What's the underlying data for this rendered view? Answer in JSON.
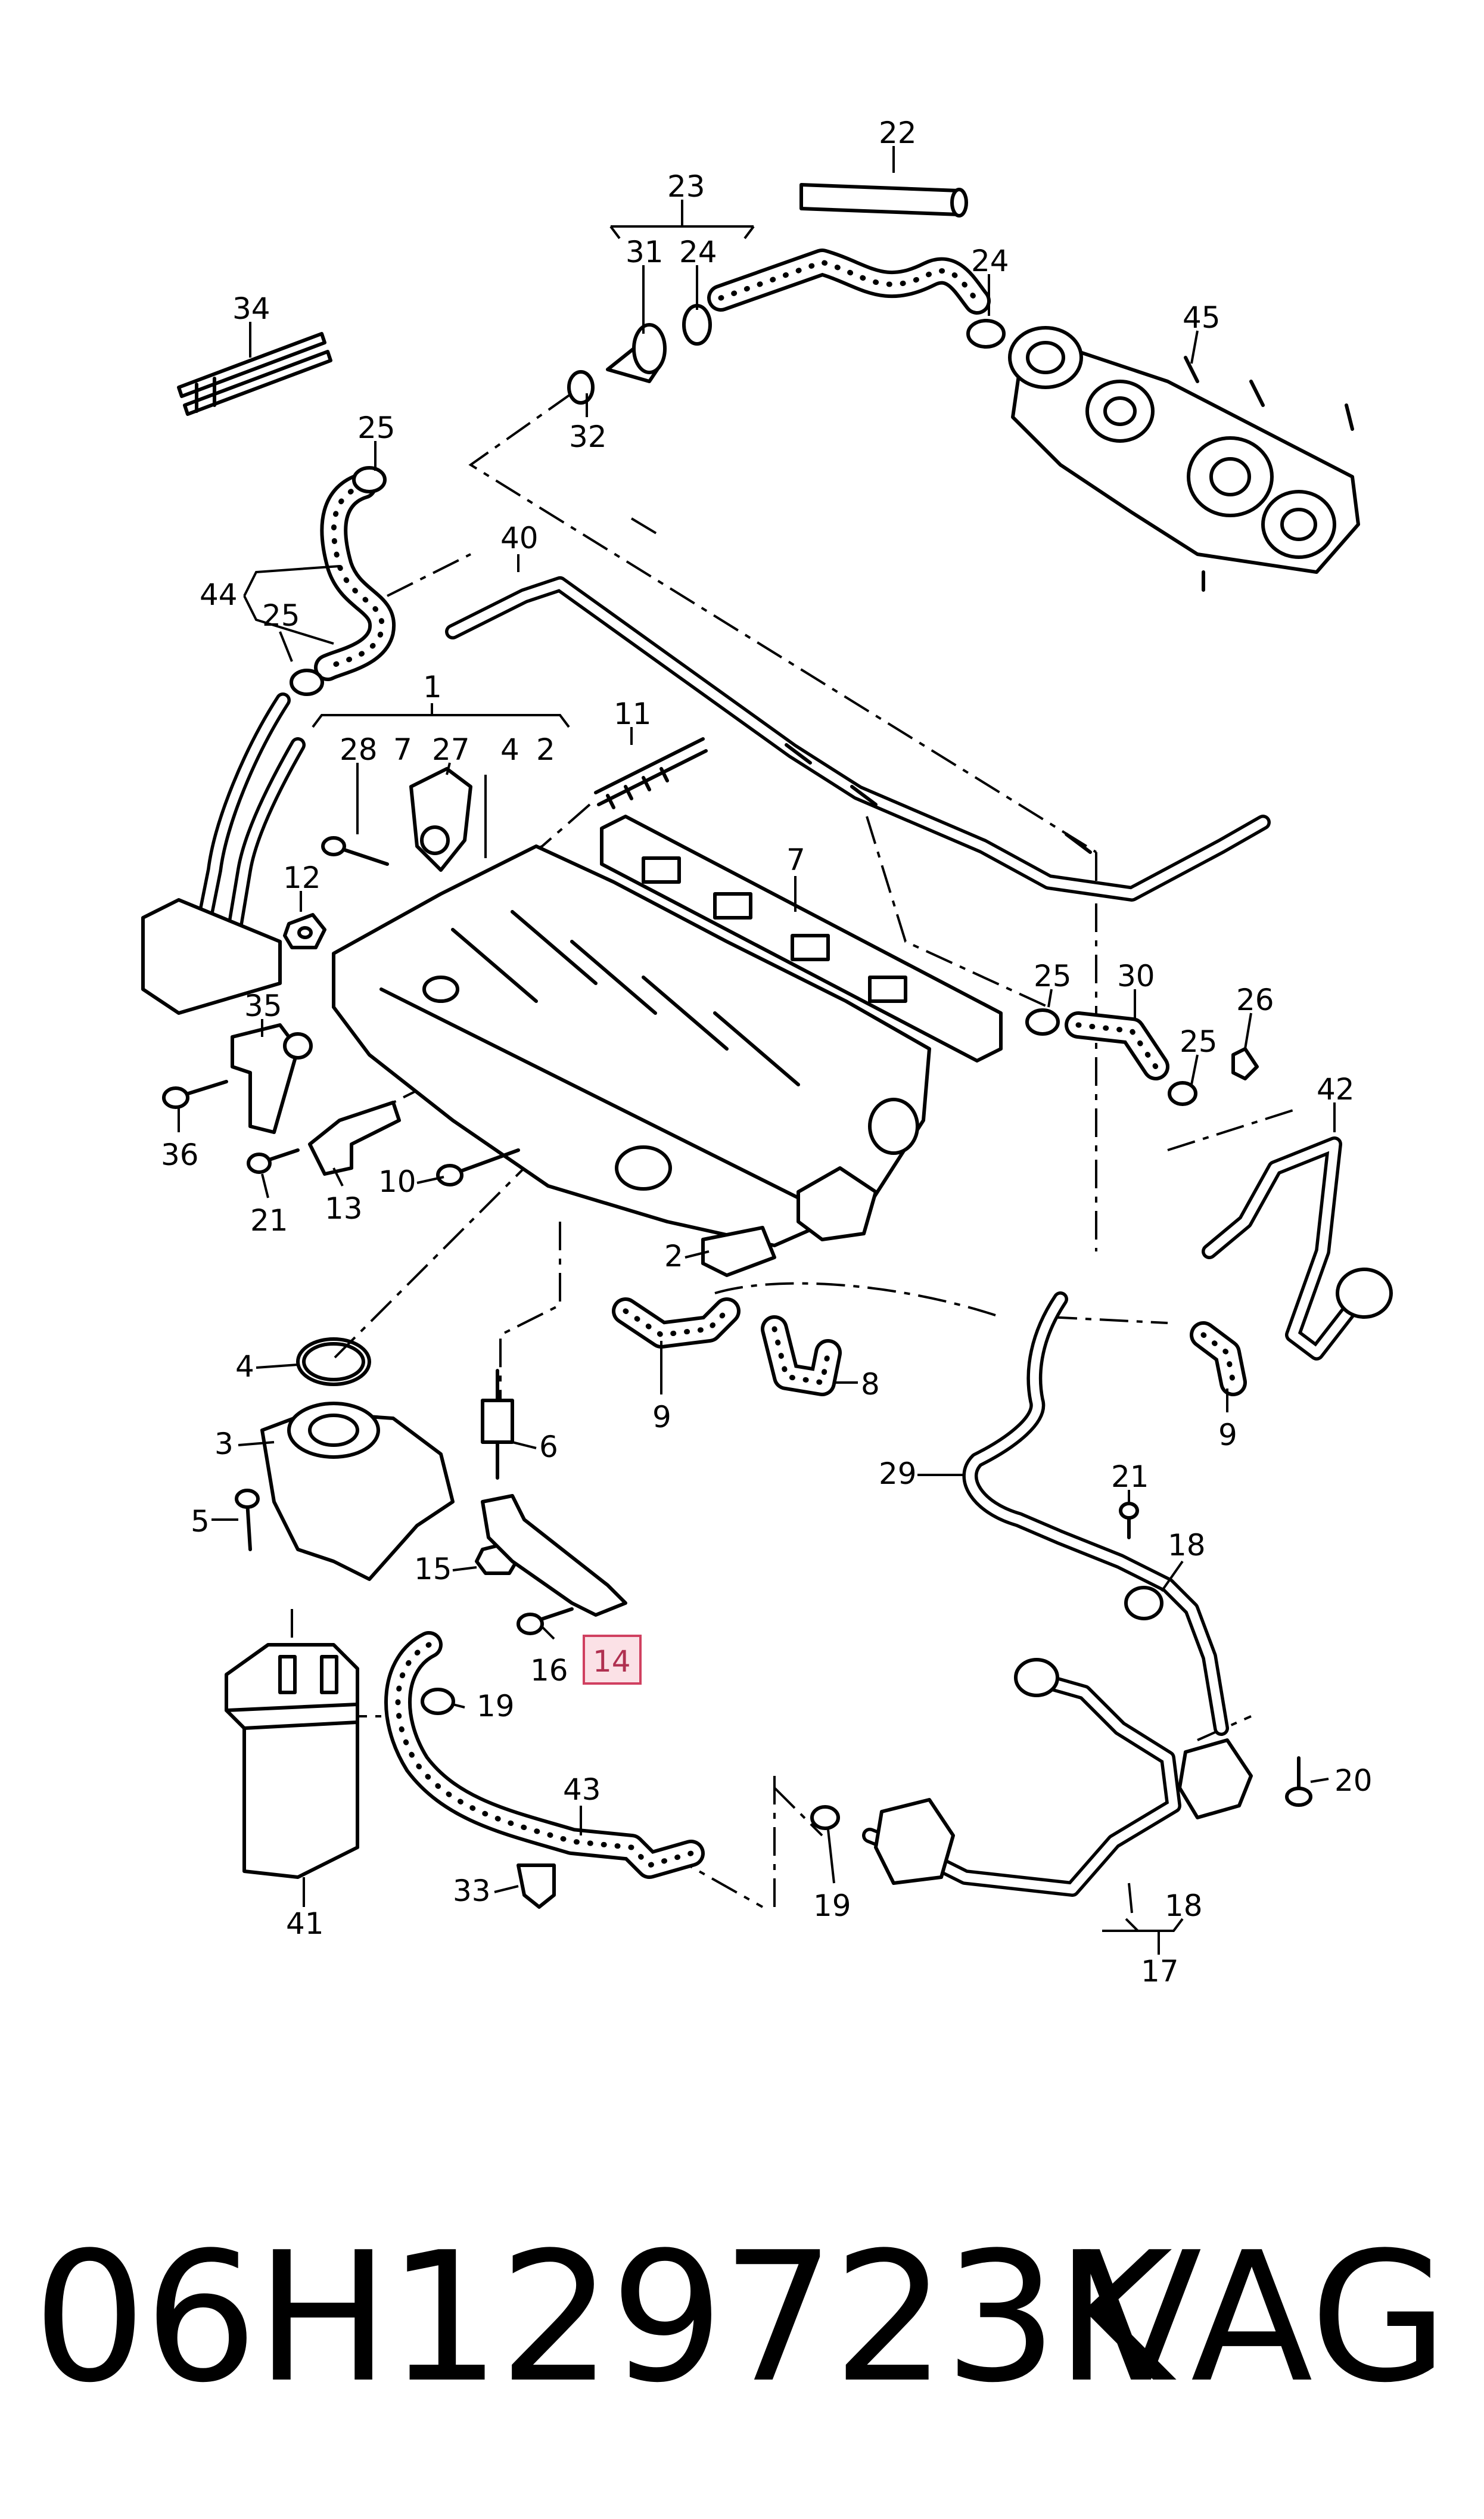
{
  "part_number": "06H129723K",
  "brand": "VAG",
  "highlight_color": "#d04060",
  "callouts": [
    {
      "id": "c22",
      "text": "22"
    },
    {
      "id": "c23",
      "text": "23"
    },
    {
      "id": "c31",
      "text": "31"
    },
    {
      "id": "c24a",
      "text": "24"
    },
    {
      "id": "c24b",
      "text": "24"
    },
    {
      "id": "c45",
      "text": "45"
    },
    {
      "id": "c34",
      "text": "34"
    },
    {
      "id": "c32",
      "text": "32"
    },
    {
      "id": "c25a",
      "text": "25"
    },
    {
      "id": "c40",
      "text": "40"
    },
    {
      "id": "c44",
      "text": "44"
    },
    {
      "id": "c25b",
      "text": "25"
    },
    {
      "id": "c1",
      "text": "1"
    },
    {
      "id": "c11",
      "text": "11"
    },
    {
      "id": "c28",
      "text": "28"
    },
    {
      "id": "c7a",
      "text": "7"
    },
    {
      "id": "c27",
      "text": "27"
    },
    {
      "id": "c4a",
      "text": "4"
    },
    {
      "id": "c2a",
      "text": "2"
    },
    {
      "id": "c7b",
      "text": "7"
    },
    {
      "id": "c12",
      "text": "12"
    },
    {
      "id": "c25c",
      "text": "25"
    },
    {
      "id": "c30",
      "text": "30"
    },
    {
      "id": "c26",
      "text": "26"
    },
    {
      "id": "c25d",
      "text": "25"
    },
    {
      "id": "c35",
      "text": "35"
    },
    {
      "id": "c42",
      "text": "42"
    },
    {
      "id": "c36",
      "text": "36"
    },
    {
      "id": "c21a",
      "text": "21"
    },
    {
      "id": "c13",
      "text": "13"
    },
    {
      "id": "c10",
      "text": "10"
    },
    {
      "id": "c2b",
      "text": "2"
    },
    {
      "id": "c8",
      "text": "8"
    },
    {
      "id": "c9a",
      "text": "9"
    },
    {
      "id": "c9b",
      "text": "9"
    },
    {
      "id": "c4b",
      "text": "4"
    },
    {
      "id": "c3",
      "text": "3"
    },
    {
      "id": "c6",
      "text": "6"
    },
    {
      "id": "c29",
      "text": "29"
    },
    {
      "id": "c5",
      "text": "5"
    },
    {
      "id": "c21b",
      "text": "21"
    },
    {
      "id": "c18a",
      "text": "18"
    },
    {
      "id": "c15",
      "text": "15"
    },
    {
      "id": "c14",
      "text": "14"
    },
    {
      "id": "c16",
      "text": "16"
    },
    {
      "id": "c19a",
      "text": "19"
    },
    {
      "id": "c20",
      "text": "20"
    },
    {
      "id": "c43",
      "text": "43"
    },
    {
      "id": "c33",
      "text": "33"
    },
    {
      "id": "c19b",
      "text": "19"
    },
    {
      "id": "c18b",
      "text": "18"
    },
    {
      "id": "c41",
      "text": "41"
    },
    {
      "id": "c17",
      "text": "17"
    }
  ]
}
